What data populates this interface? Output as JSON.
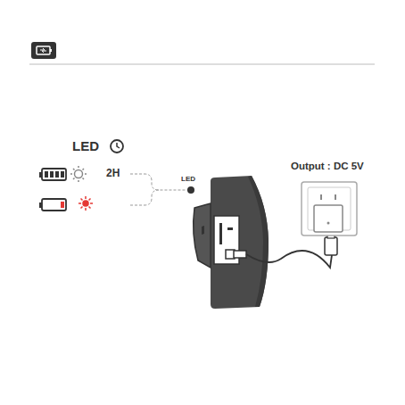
{
  "diagram": {
    "labels": [
      "LED",
      "2H",
      "LED",
      "Output : DC 5V"
    ]
  }
}
